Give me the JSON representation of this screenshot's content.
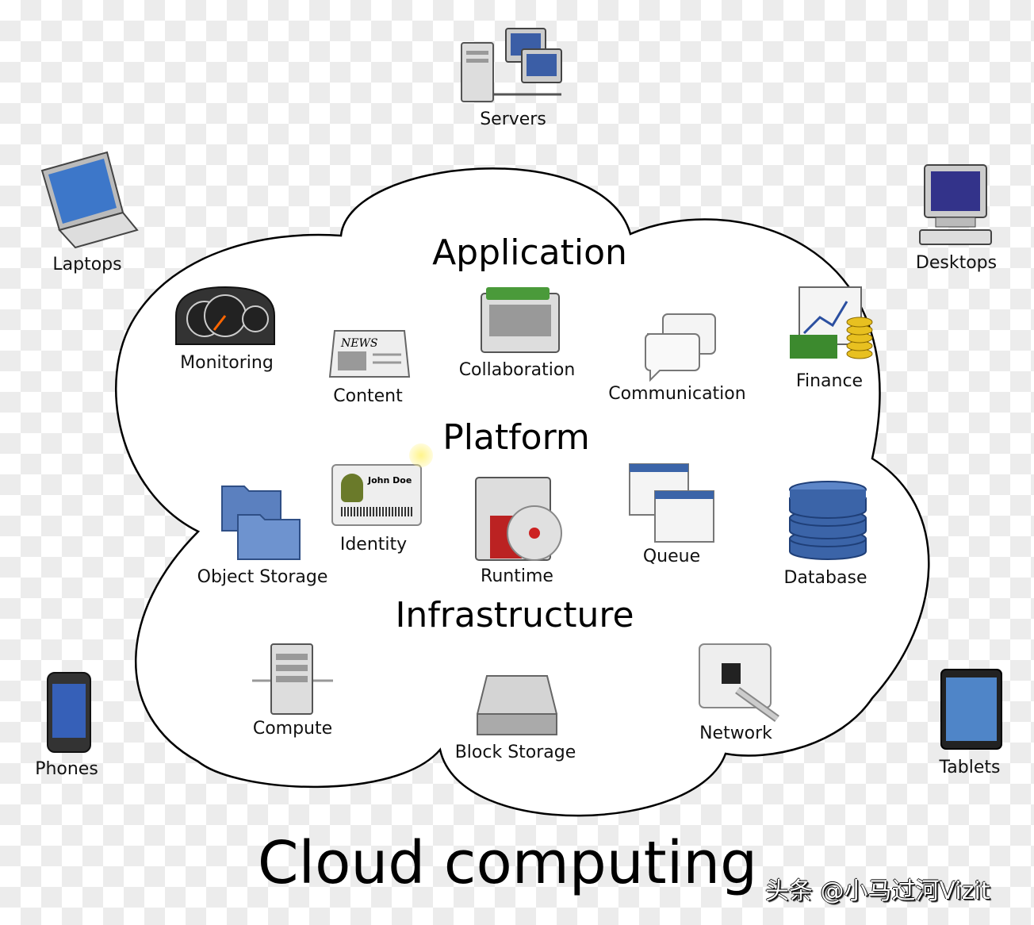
{
  "title": "Cloud computing",
  "watermark": "头条 @小马过河Vizit",
  "layers": {
    "application": "Application",
    "platform": "Platform",
    "infrastructure": "Infrastructure"
  },
  "clients": {
    "servers": "Servers",
    "laptops": "Laptops",
    "desktops": "Desktops",
    "phones": "Phones",
    "tablets": "Tablets"
  },
  "application": {
    "monitoring": "Monitoring",
    "content": "Content",
    "collaboration": "Collaboration",
    "communication": "Communication",
    "finance": "Finance",
    "news_text": "NEWS"
  },
  "platform": {
    "object_storage": "Object Storage",
    "identity": "Identity",
    "runtime": "Runtime",
    "queue": "Queue",
    "database": "Database",
    "id_name": "John Doe"
  },
  "infrastructure": {
    "compute": "Compute",
    "block_storage": "Block Storage",
    "network": "Network"
  },
  "colors": {
    "cloud_fill": "#ffffff",
    "cloud_stroke": "#000000",
    "accent_blue": "#4a72b0"
  }
}
